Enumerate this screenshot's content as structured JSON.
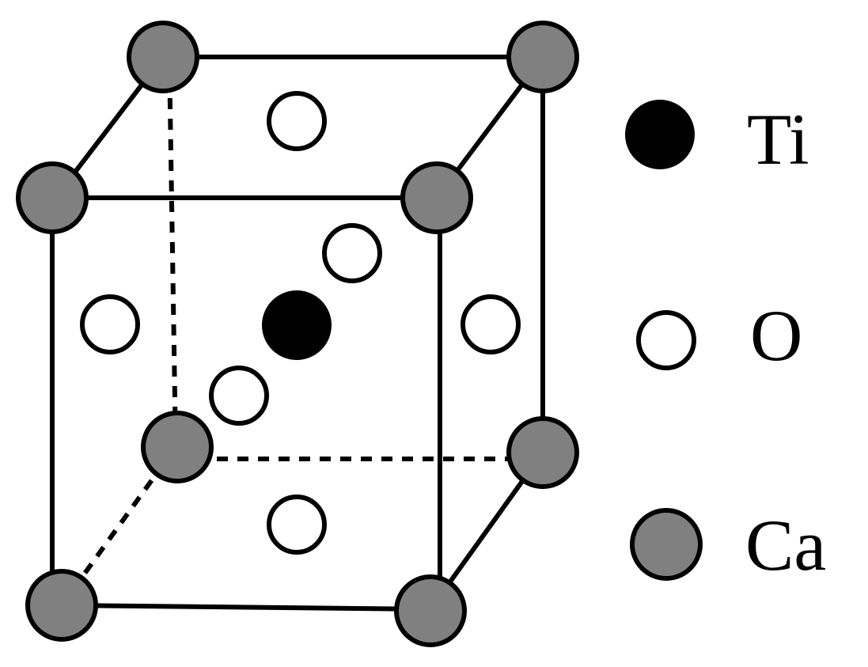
{
  "colors": {
    "ca": "#808080",
    "ti": "#000000",
    "o": "#ffffff",
    "line": "#000000"
  },
  "legend": [
    {
      "element": "Ti",
      "label": "Ti",
      "fill": "#000000"
    },
    {
      "element": "O",
      "label": "O",
      "fill": "#ffffff"
    },
    {
      "element": "Ca",
      "label": "Ca",
      "fill": "#808080"
    }
  ]
}
